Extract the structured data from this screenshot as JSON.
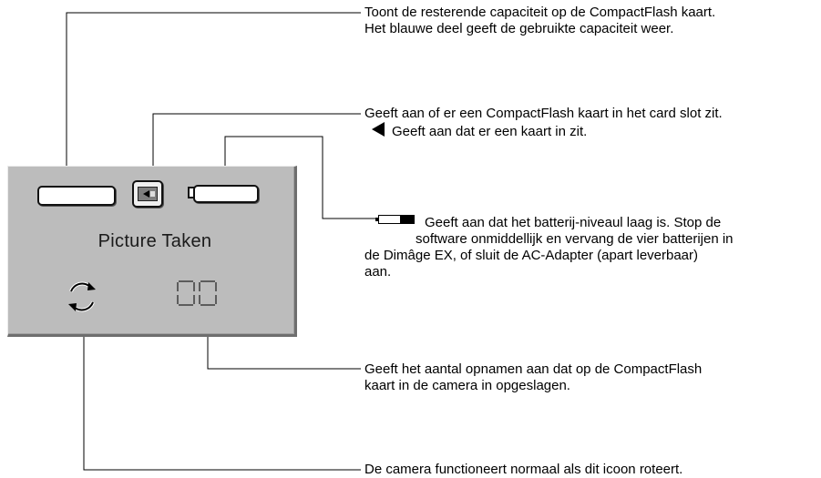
{
  "panel": {
    "status_label": "Picture Taken",
    "counter_digits": "[][]"
  },
  "icons": {
    "card_indicator": "card-inserted-triangle-icon",
    "rotation": "rotating-arrows-icon",
    "battery": "battery-low-icon"
  },
  "callouts": {
    "capacity": {
      "line1": "Toont de resterende capaciteit op de CompactFlash kaart.",
      "line2": "Het blauwe deel geeft de gebruikte capaciteit weer."
    },
    "card_slot": {
      "line1": "Geeft aan of er een CompactFlash kaart in het card slot zit.",
      "line2": "Geeft aan dat er een kaart in zit."
    },
    "battery": {
      "line1": "Geeft aan dat het batterij-niveaul laag is. Stop de",
      "line2": "software onmiddellijk en vervang de vier batterijen in",
      "line3": "de Dimâge EX, of sluit de AC-Adapter (apart leverbaar)",
      "line4": "aan."
    },
    "count": {
      "line1": "Geeft het aantal opnamen aan dat op de CompactFlash",
      "line2": "kaart in de camera in opgeslagen."
    },
    "rotation": {
      "line1": "De camera functioneert normaal als dit icoon roteert."
    }
  },
  "colors": {
    "panel_bg": "#bcbcbc",
    "line": "#000000"
  }
}
